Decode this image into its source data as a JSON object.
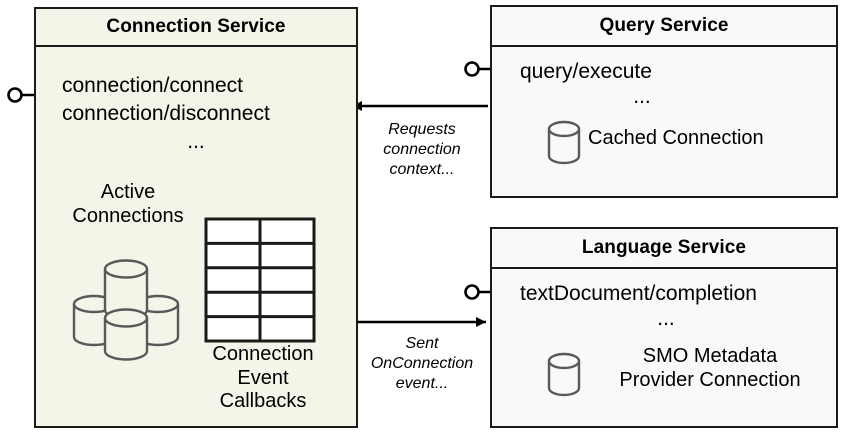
{
  "diagram": {
    "title_hidden": "",
    "background": "#ffffff",
    "colors": {
      "connection_service_fill": "#f2f5e8",
      "service_fill": "#f8f9fb",
      "border": "#1a1a1a",
      "icon_stroke": "#595959",
      "text": "#000000"
    }
  },
  "connection_service": {
    "title": "Connection Service",
    "operations": [
      "connection/connect",
      "connection/disconnect"
    ],
    "operations_ellipsis": "...",
    "active_connections_label": "Active\nConnections",
    "callbacks_label": "Connection\nEvent\nCallbacks",
    "cylinder_cluster_icon": "database-cluster-icon",
    "table_icon": "table-grid-icon",
    "table_rows": 5,
    "table_columns": 2,
    "interface_lollipop": "interface-lollipop-icon"
  },
  "query_service": {
    "title": "Query Service",
    "operations": [
      "query/execute"
    ],
    "operations_ellipsis": "...",
    "resource_label": "Cached Connection",
    "resource_icon": "database-cylinder-icon",
    "interface_lollipop": "interface-lollipop-icon"
  },
  "language_service": {
    "title": "Language Service",
    "operations": [
      "textDocument/completion"
    ],
    "operations_ellipsis": "...",
    "resource_label": "SMO Metadata\nProvider Connection",
    "resource_icon": "database-cylinder-icon",
    "interface_lollipop": "interface-lollipop-icon"
  },
  "edges": [
    {
      "id": "query-to-connection",
      "label": "Requests\nconnection\ncontext...",
      "direction": "left",
      "from": "query_service",
      "to": "connection_service"
    },
    {
      "id": "connection-to-language",
      "label": "Sent\nOnConnection\nevent...",
      "direction": "right",
      "from": "connection_service",
      "to": "language_service"
    }
  ]
}
